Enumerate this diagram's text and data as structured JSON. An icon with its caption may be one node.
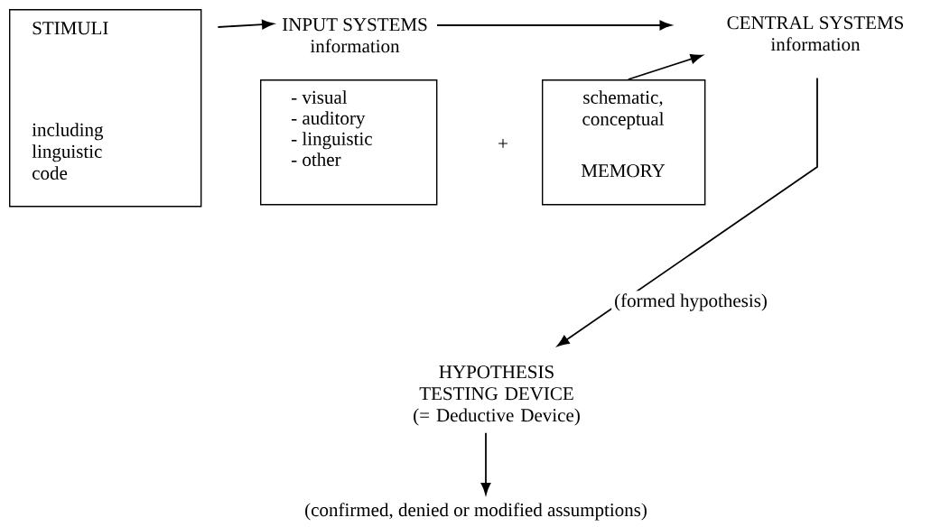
{
  "diagram": {
    "nodes": [
      {
        "text": [
          "STIMULI",
          "including linguistic code"
        ]
      },
      {
        "text": [
          "INPUT SYSTEMS",
          "information"
        ]
      },
      {
        "text": [
          "- visual",
          "- auditory",
          "- linguistic",
          "- other"
        ]
      },
      {
        "text": [
          "schematic, conceptual",
          "MEMORY"
        ]
      },
      {
        "text": [
          "CENTRAL SYSTEMS",
          "information"
        ]
      },
      {
        "text": [
          "HYPOTHESIS TESTING DEVICE",
          "(= Deductive Device)"
        ]
      },
      {
        "text": [
          "(confirmed, denied or modified assumptions)"
        ]
      }
    ],
    "edges": [
      {
        "from": 0,
        "to": 1,
        "arrow": "to"
      },
      {
        "from": 1,
        "to": 4,
        "arrow": "to"
      },
      {
        "from": 3,
        "to": 4,
        "arrow": "to"
      },
      {
        "from": 4,
        "to": 5,
        "arrow": "to",
        "label": "(formed hypothesis)"
      },
      {
        "from": 5,
        "to": 6,
        "arrow": "to"
      }
    ],
    "labels": [
      "+"
    ]
  }
}
